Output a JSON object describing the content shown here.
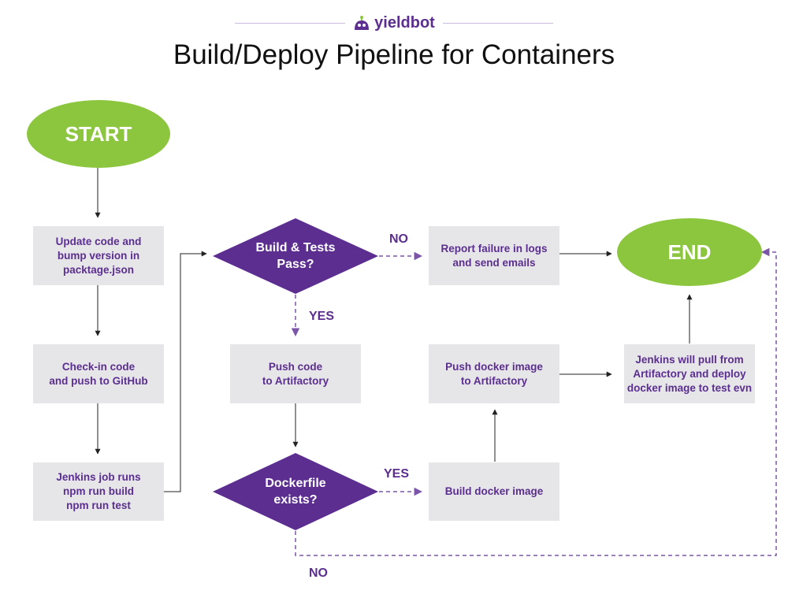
{
  "logo": {
    "brand": "yieldbot",
    "accent": "#5b2e8f"
  },
  "title": "Build/Deploy Pipeline for Containers",
  "colors": {
    "purple": "#5b2e8f",
    "green": "#8cc63f",
    "box": "#e6e6e8",
    "edge_dashed": "#7b56a8"
  },
  "terminals": {
    "start": "START",
    "end": "END"
  },
  "steps": {
    "update_code": "Update code and\nbump version in\npacktage.json",
    "check_in": "Check-in code\nand push to GitHub",
    "jenkins_job": "Jenkins job runs\nnpm run build\nnpm run test",
    "report_failure": "Report failure in logs\nand send emails",
    "push_code": "Push code\nto Artifactory",
    "push_docker": "Push docker image\nto Artifactory",
    "build_docker": "Build docker image",
    "jenkins_deploy": "Jenkins will pull from\nArtifactory and deploy\ndocker image to test evn"
  },
  "decisions": {
    "build_tests": "Build & Tests\nPass?",
    "dockerfile": "Dockerfile\nexists?"
  },
  "edge_labels": {
    "build_no": "NO",
    "build_yes": "YES",
    "docker_yes": "YES",
    "docker_no": "NO"
  }
}
